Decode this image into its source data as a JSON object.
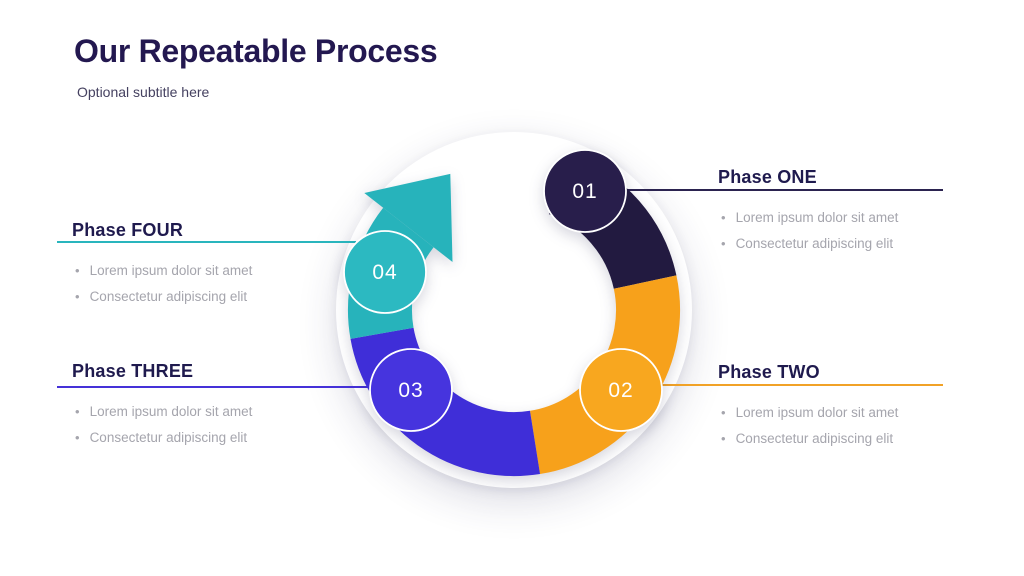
{
  "header": {
    "title": "Our Repeatable Process",
    "subtitle": "Optional subtitle here"
  },
  "ui": {
    "bullet_char": "•",
    "background": "#ffffff",
    "title_color": "#231850",
    "subtitle_color": "#454160",
    "heading_color": "#1f1a4e",
    "bullet_text_color": "#a5a5ad",
    "badge_number_color": "#ffffff",
    "badge_ring_color": "#ffffff"
  },
  "phases": [
    {
      "number": "01",
      "label": "Phase ONE",
      "bullets": [
        "Lorem ipsum dolor sit amet",
        "Consectetur adipiscing elit"
      ],
      "colors": {
        "arc": "#221a40",
        "badge": "#281e4b",
        "line": "#2b2350"
      }
    },
    {
      "number": "02",
      "label": "Phase TWO",
      "bullets": [
        "Lorem ipsum dolor sit amet",
        "Consectetur adipiscing elit"
      ],
      "colors": {
        "arc": "#f7a11b",
        "badge": "#f8a71f",
        "line": "#f1a227"
      }
    },
    {
      "number": "03",
      "label": "Phase THREE",
      "bullets": [
        "Lorem ipsum dolor sit amet",
        "Consectetur adipiscing elit"
      ],
      "colors": {
        "arc": "#3f2ed8",
        "badge": "#4634de",
        "line": "#4531d8"
      }
    },
    {
      "number": "04",
      "label": "Phase FOUR",
      "bullets": [
        "Lorem ipsum dolor sit amet",
        "Consectetur adipiscing elit"
      ],
      "colors": {
        "arc": "#27b3bb",
        "badge": "#2cb9c1",
        "line": "#29b5bd"
      }
    }
  ]
}
